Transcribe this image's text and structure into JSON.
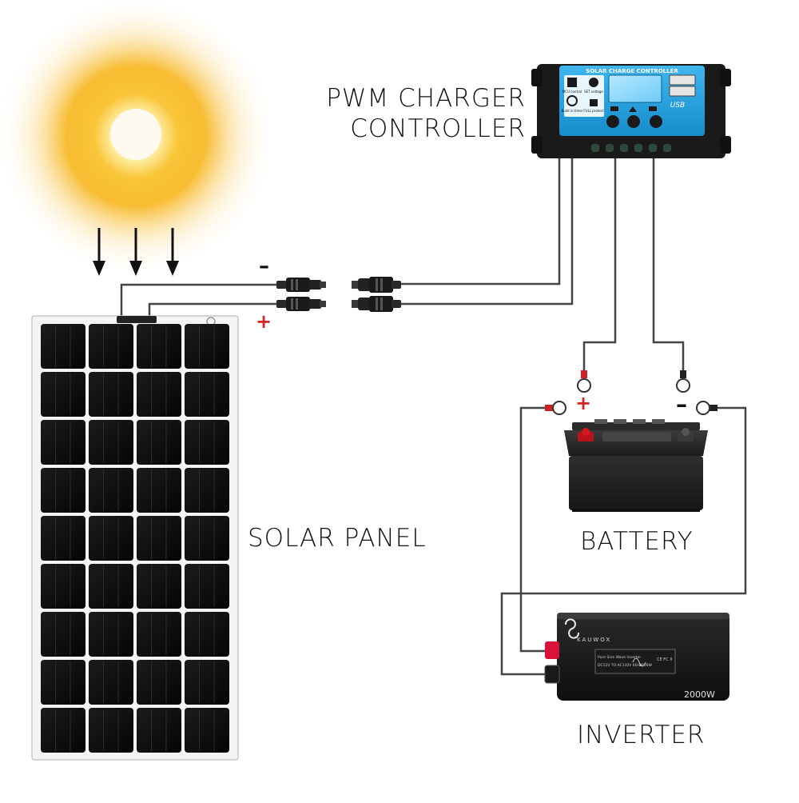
{
  "labels": {
    "controller_line1": "PWM CHARGER",
    "controller_line2": "CONTROLLER",
    "panel": "SOLAR PANEL",
    "battery": "BATTERY",
    "inverter": "INVERTER"
  },
  "signs": {
    "connector_negative": "–",
    "connector_positive": "+",
    "battery_positive": "+",
    "battery_negative": "–"
  },
  "controller_screen": {
    "header": "SOLAR CHARGE CONTROLLER",
    "usb_label": "USB",
    "left_icons": [
      "MCU control",
      "SET voltage",
      "Build in timer",
      "FULL protect"
    ]
  },
  "inverter_device": {
    "brand": "KAUWOX",
    "model_line1": "Pure Sine Wave Inverter",
    "model_line2": "DC12V TO AC110V 60Hz",
    "power_small": "2000W",
    "cert_marks": "CE FC X",
    "power": "2000W"
  },
  "colors": {
    "sun_core": "#fffaf0",
    "sun_glow": "#f6b10f",
    "controller_blue": "#1da0e0",
    "positive_red": "#d62424",
    "wire": "#444444"
  },
  "icons": [
    "sun-icon",
    "down-arrow-icon",
    "mc4-connector-icon",
    "ring-terminal-icon"
  ]
}
